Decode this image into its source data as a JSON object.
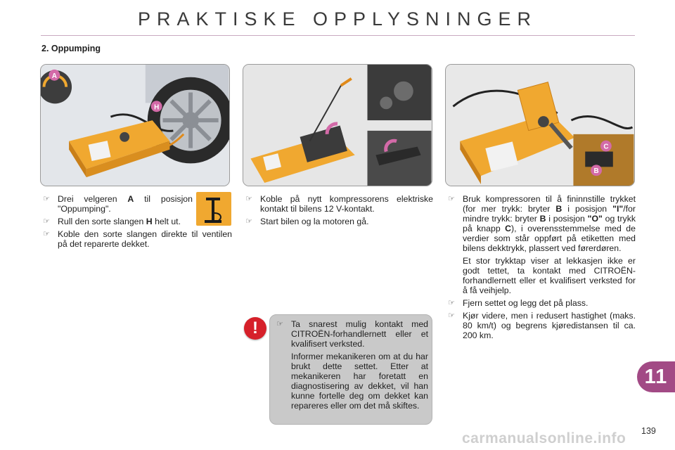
{
  "header": {
    "title": "PRAKTISKE OPPLYSNINGER",
    "section": "2. Oppumping"
  },
  "figure_labels": {
    "fig1": [
      "A",
      "H"
    ],
    "fig3": [
      "C",
      "B"
    ]
  },
  "columns": {
    "col1": {
      "items": [
        {
          "type": "bullet",
          "parts": [
            {
              "t": "Drei velgeren "
            },
            {
              "t": "A",
              "b": true
            },
            {
              "t": " til posisjon \"Oppumping\"."
            }
          ]
        },
        {
          "type": "bullet",
          "parts": [
            {
              "t": "Rull den sorte slangen "
            },
            {
              "t": "H",
              "b": true
            },
            {
              "t": " helt ut."
            }
          ]
        },
        {
          "type": "bullet",
          "parts": [
            {
              "t": "Koble den sorte slangen direkte til ventilen på det reparerte dekket."
            }
          ]
        }
      ]
    },
    "col2": {
      "items": [
        {
          "type": "bullet",
          "parts": [
            {
              "t": "Koble på nytt kompressorens elektriske kontakt til bilens 12 V-kontakt."
            }
          ]
        },
        {
          "type": "bullet",
          "parts": [
            {
              "t": "Start bilen og la motoren gå."
            }
          ]
        }
      ]
    },
    "col3": {
      "items": [
        {
          "type": "bullet",
          "parts": [
            {
              "t": "Bruk kompressoren til å fininnstille trykket (for mer trykk: bryter "
            },
            {
              "t": "B",
              "b": true
            },
            {
              "t": " i posisjon "
            },
            {
              "t": "\"I\"",
              "b": true
            },
            {
              "t": "/for mindre trykk: bryter "
            },
            {
              "t": "B",
              "b": true
            },
            {
              "t": " i posisjon "
            },
            {
              "t": "\"O\"",
              "b": true
            },
            {
              "t": " og trykk på knapp "
            },
            {
              "t": "C",
              "b": true
            },
            {
              "t": "), i overensstemmelse med de verdier som står oppført på etiketten med bilens dekktrykk, plassert ved førerdøren."
            }
          ]
        },
        {
          "type": "para",
          "parts": [
            {
              "t": "Et stor trykktap viser at lekkasjen ikke er godt tettet, ta kontakt med CITROËN-forhandlernett eller et kvalifisert verksted for å få veihjelp."
            }
          ]
        },
        {
          "type": "bullet",
          "parts": [
            {
              "t": "Fjern settet og legg det på plass."
            }
          ]
        },
        {
          "type": "bullet",
          "parts": [
            {
              "t": "Kjør videre, men i redusert hastighet (maks. 80 km/t) og begrens kjøredistansen til ca. 200 km."
            }
          ]
        }
      ]
    }
  },
  "warning": {
    "badge": "!",
    "items": [
      {
        "type": "bullet",
        "parts": [
          {
            "t": "Ta snarest mulig kontakt med CITROËN-forhandlernett eller et kvalifisert verksted."
          }
        ]
      },
      {
        "type": "para",
        "parts": [
          {
            "t": "Informer mekanikeren om at du har brukt dette settet. Etter at mekanikeren har foretatt en diagnostisering av dekket, vil han kunne fortelle deg om dekket kan repareres eller om det må skiftes."
          }
        ]
      }
    ]
  },
  "footer": {
    "chapter": "11",
    "page_number": "139",
    "watermark": "carmanualsonline.info"
  },
  "colors": {
    "accent": "#a24a85",
    "warning": "#d6202a",
    "compressor_orange": "#f0a830",
    "marker_pink": "#d36aa8"
  },
  "icons": {
    "bullet": "pointing-hand-icon",
    "pump": "tyre-pump-icon"
  }
}
